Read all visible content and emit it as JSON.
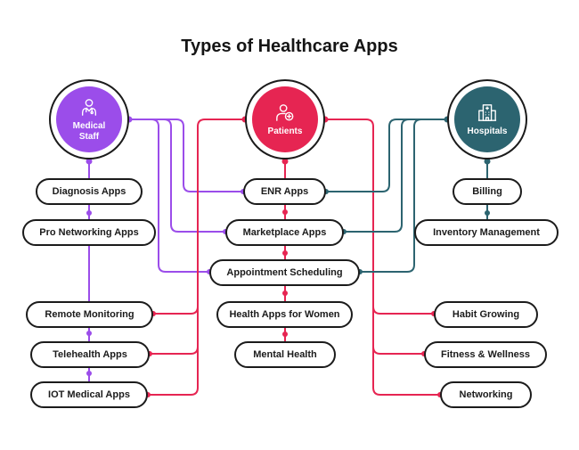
{
  "title": "Types of Healthcare Apps",
  "colors": {
    "medical_staff": "#9b4dea",
    "patients": "#e62552",
    "hospitals": "#2c6470",
    "outline": "#1b1b1b"
  },
  "hubs": {
    "medical_staff": {
      "label": "Medical Staff",
      "icon": "doctor-icon"
    },
    "patients": {
      "label": "Patients",
      "icon": "patient-icon"
    },
    "hospitals": {
      "label": "Hospitals",
      "icon": "hospital-building-icon"
    }
  },
  "nodes": {
    "diagnosis_apps": "Diagnosis Apps",
    "pro_networking_apps": "Pro Networking Apps",
    "remote_monitoring": "Remote Monitoring",
    "telehealth_apps": "Telehealth Apps",
    "iot_medical_apps": "IOT Medical Apps",
    "enr_apps": "ENR Apps",
    "marketplace_apps": "Marketplace Apps",
    "appointment_scheduling": "Appointment Scheduling",
    "health_apps_for_women": "Health Apps for Women",
    "mental_health": "Mental Health",
    "billing": "Billing",
    "inventory_management": "Inventory Management",
    "habit_growing": "Habit Growing",
    "fitness_wellness": "Fitness & Wellness",
    "networking": "Networking"
  }
}
